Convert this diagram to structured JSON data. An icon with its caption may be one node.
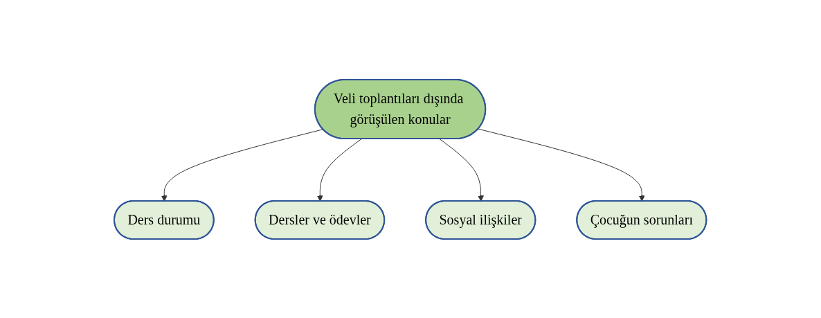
{
  "diagram": {
    "nodes": [
      {
        "text": [
          "Ders durumu"
        ]
      },
      {
        "text": [
          "Veli toplantıları dışında görüşülen konular"
        ]
      },
      {
        "text": [
          "Dersler ve ödevler"
        ]
      },
      {
        "text": [
          "Sosyal ilişkiler"
        ]
      },
      {
        "text": [
          "Çocuğun sorunları"
        ]
      }
    ],
    "edges": [
      {
        "from": 1,
        "to": 0,
        "arrow": "to"
      },
      {
        "from": 1,
        "to": 2,
        "arrow": "to"
      },
      {
        "from": 1,
        "to": 3,
        "arrow": "to"
      },
      {
        "from": 1,
        "to": 4,
        "arrow": "to"
      }
    ]
  }
}
